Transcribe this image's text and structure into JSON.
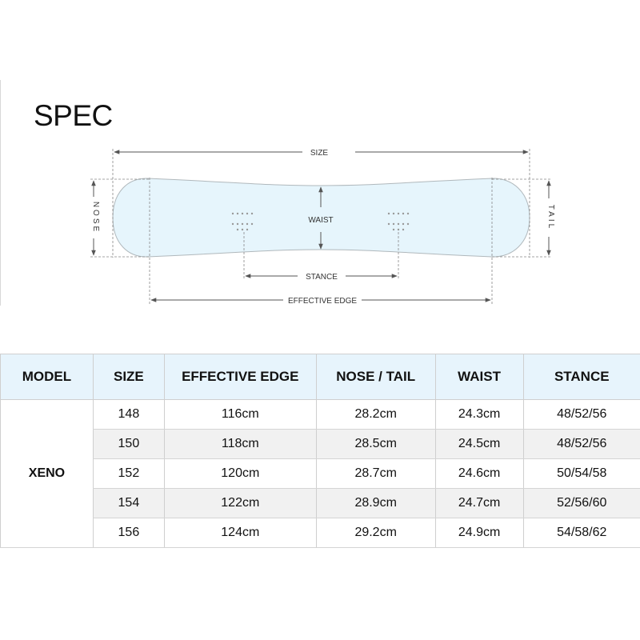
{
  "title": "SPEC",
  "diagram": {
    "labels": {
      "size": "SIZE",
      "waist": "WAIST",
      "stance": "STANCE",
      "effective_edge": "EFFECTIVE EDGE",
      "nose": "NOSE",
      "tail": "TAIL"
    },
    "colors": {
      "board_fill": "#e6f5fc",
      "board_stroke": "#b0b8bc",
      "line": "#555555"
    }
  },
  "table": {
    "headers": [
      "MODEL",
      "SIZE",
      "EFFECTIVE EDGE",
      "NOSE  / TAIL",
      "WAIST",
      "STANCE"
    ],
    "model": "XENO",
    "rows": [
      [
        "148",
        "116cm",
        "28.2cm",
        "24.3cm",
        "48/52/56"
      ],
      [
        "150",
        "118cm",
        "28.5cm",
        "24.5cm",
        "48/52/56"
      ],
      [
        "152",
        "120cm",
        "28.7cm",
        "24.6cm",
        "50/54/58"
      ],
      [
        "154",
        "122cm",
        "28.9cm",
        "24.7cm",
        "52/56/60"
      ],
      [
        "156",
        "124cm",
        "29.2cm",
        "24.9cm",
        "54/58/62"
      ]
    ],
    "colors": {
      "header_bg": "#e7f4fc",
      "alt_row_bg": "#f1f1f1"
    }
  }
}
